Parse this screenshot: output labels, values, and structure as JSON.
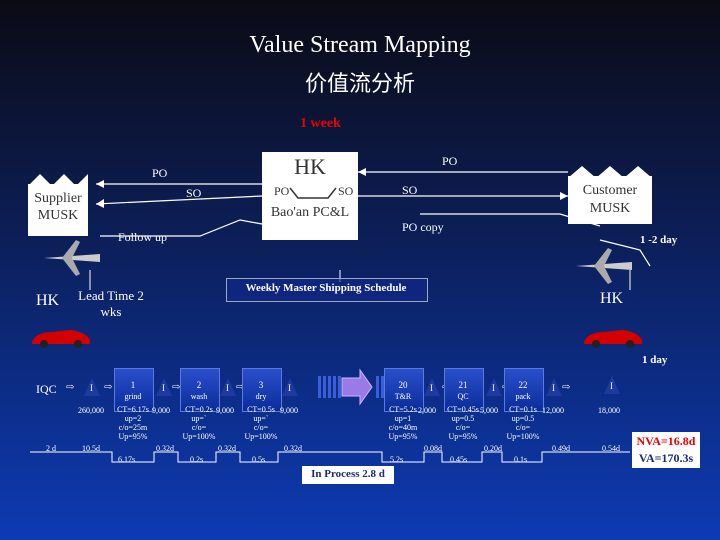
{
  "title": {
    "en": "Value Stream Mapping",
    "zh": "价值流分析"
  },
  "week_label": "1 week",
  "hk_box": {
    "title": "HK",
    "po": "PO",
    "so": "SO",
    "name": "Bao'an PC&L"
  },
  "supplier": {
    "label": "Supplier MUSK"
  },
  "customer": {
    "label": "Customer MUSK"
  },
  "flows": {
    "po_left": "PO",
    "so_left": "SO",
    "follow_up": "Follow up",
    "po_right": "PO",
    "so_right": "SO",
    "po_copy": "PO copy",
    "lead_1_2": "1 -2 day",
    "one_day": "1 day"
  },
  "schedule_label": "Weekly Master Shipping Schedule",
  "hk_left": "HK",
  "hk_right": "HK",
  "lead_time": "Lead Time 2 wks",
  "iqc": "IQC",
  "inventory_symbol": "I",
  "processes": [
    {
      "num": "1",
      "name": "grind",
      "ct": "CT=6.17s",
      "up": "up=2",
      "co": "c/o=25m",
      "uptime": "Up=95%"
    },
    {
      "num": "2",
      "name": "wash",
      "ct": "CT=0.2s",
      "up": "up=`",
      "co": "c/o=",
      "uptime": "Up=100%"
    },
    {
      "num": "3",
      "name": "dry",
      "ct": "CT=0.5s",
      "up": "up=`",
      "co": "c/o=",
      "uptime": "Up=100%"
    },
    {
      "num": "20",
      "name": "T&R",
      "ct": "CT=5.2s",
      "up": "up=1",
      "co": "c/o=40m",
      "uptime": "Up=95%"
    },
    {
      "num": "21",
      "name": "QC",
      "ct": "CT=0.45s",
      "up": "up=0.5",
      "co": "c/o=",
      "uptime": "Up=95%"
    },
    {
      "num": "22",
      "name": "pack",
      "ct": "CT=0.1s",
      "up": "up=0.5",
      "co": "c/o=",
      "uptime": "Up=100%"
    }
  ],
  "inventory_qty": [
    "260,000",
    "9,000",
    "9,000",
    "9,000",
    "2,000",
    "5,000",
    "12,000",
    "18,000"
  ],
  "timeline_wait": [
    "2 d",
    "10.5d",
    "0.32d",
    "0.32d",
    "0.32d",
    "0.08d",
    "0.20d",
    "0.49d",
    "0.54d"
  ],
  "timeline_proc": [
    "6.17s",
    "0.2s",
    "0.5s",
    "5.2s",
    "0.45s",
    "0.1s"
  ],
  "in_process": "In Process 2.8 d",
  "summary": {
    "nva": "NVA=16.8d",
    "va": "VA=170.3s"
  }
}
